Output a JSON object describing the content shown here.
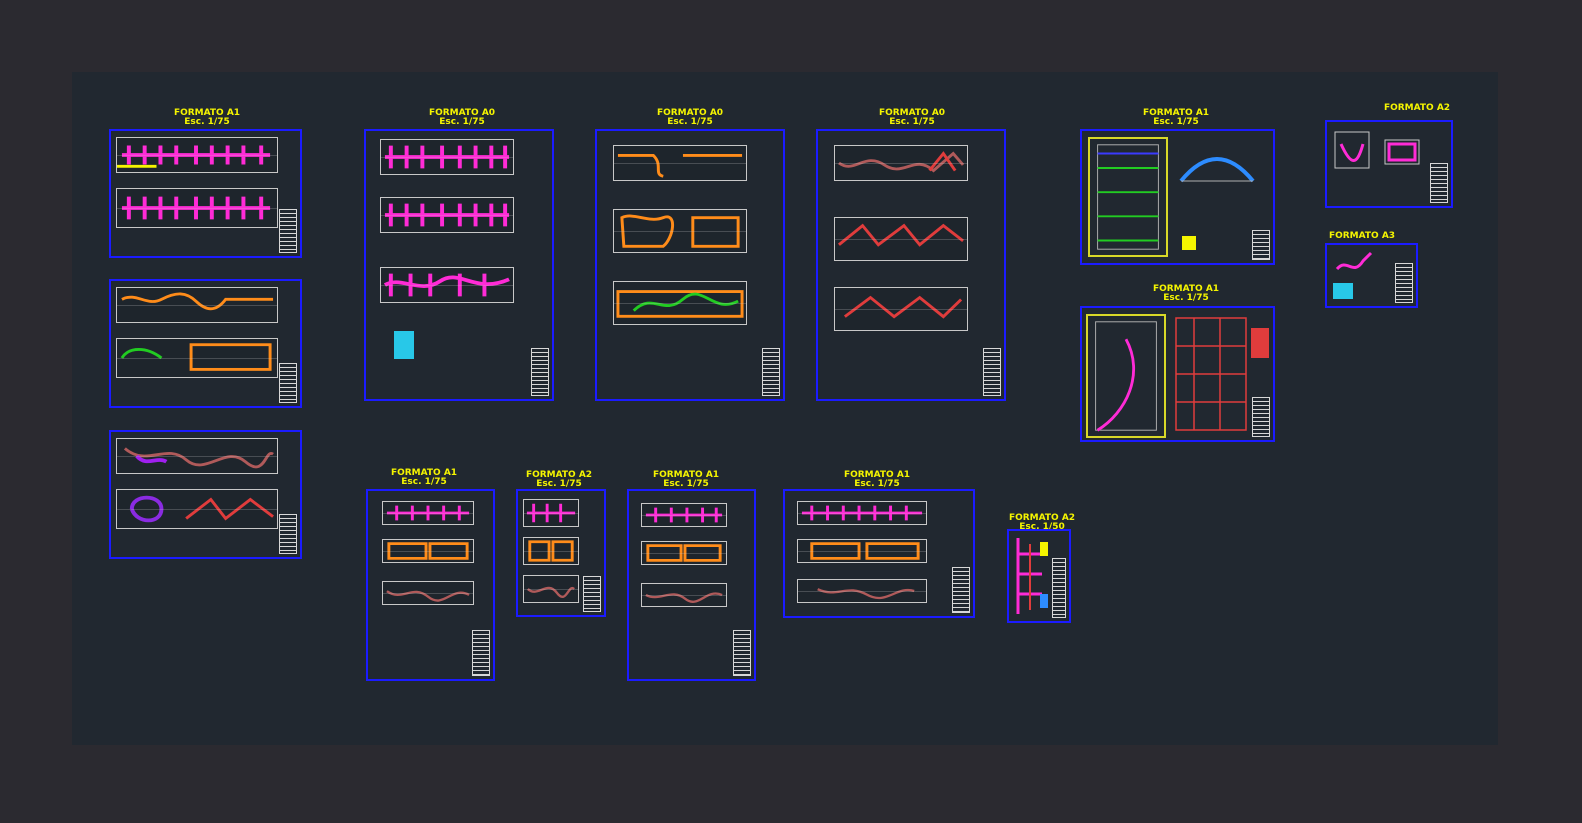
{
  "app": {
    "viewport": "CAD model space",
    "background_color": "#2b2a30",
    "canvas_color": "#212830",
    "frame_color": "#1b1bff",
    "title_color": "#f5f500"
  },
  "sheets": {
    "s1_title": "FORMATO A1",
    "s1_scale": "Esc. 1/75",
    "s2_title": "FORMATO A0",
    "s2_scale": "Esc. 1/75",
    "s3_title": "FORMATO A0",
    "s3_scale": "Esc. 1/75",
    "s4_title": "FORMATO A0",
    "s4_scale": "Esc. 1/75",
    "s5_title": "FORMATO A1",
    "s5_scale": "Esc. 1/75",
    "s6_title": "FORMATO A2",
    "s7_title": "FORMATO A3",
    "s8_title": "FORMATO A1",
    "s8_scale": "Esc. 1/75",
    "s9_title": "FORMATO A1",
    "s9_scale": "Esc. 1/75",
    "s10_title": "FORMATO A2",
    "s10_scale": "Esc. 1/75",
    "s11_title": "FORMATO A1",
    "s11_scale": "Esc. 1/75",
    "s12_title": "FORMATO A1",
    "s12_scale": "Esc. 1/75",
    "s13_title": "FORMATO A2",
    "s13_scale": "Esc. 1/50"
  },
  "route_colors": {
    "magenta": "#ff2bd6",
    "orange": "#ff8c1a",
    "red": "#e03c3c",
    "brown": "#b05a5a",
    "green": "#22cc22",
    "yellow": "#f5f500",
    "blue": "#3a3aff"
  }
}
